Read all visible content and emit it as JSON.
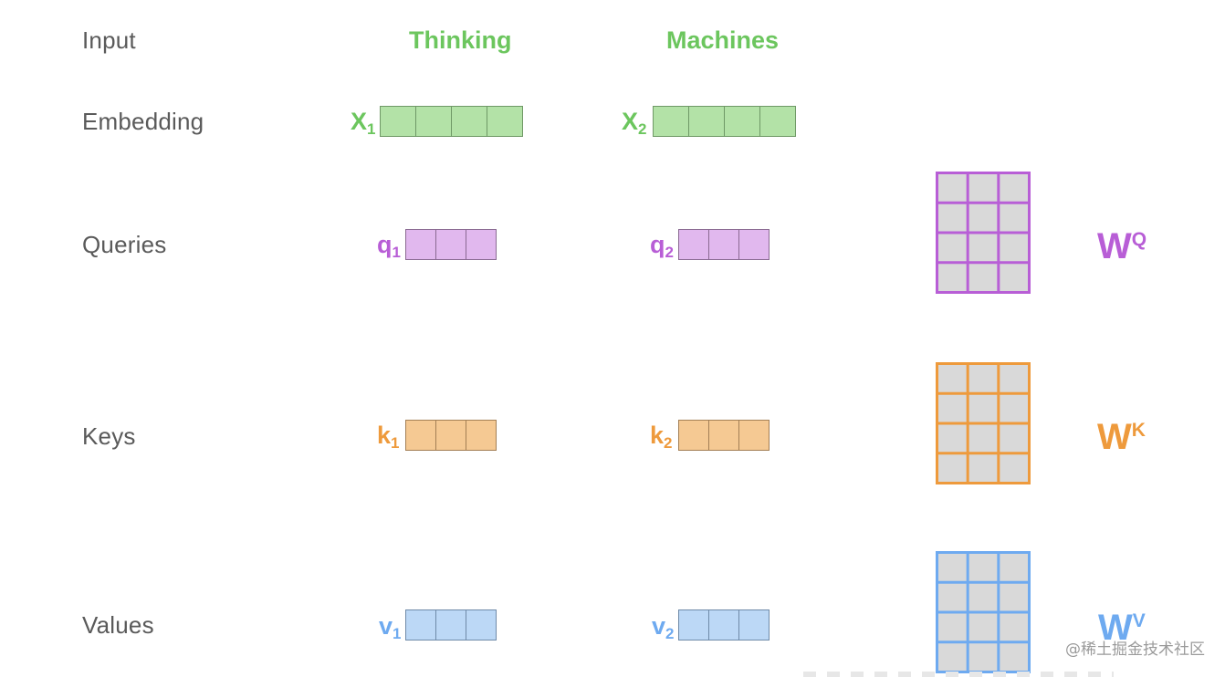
{
  "rows": {
    "input": "Input",
    "embedding": "Embedding",
    "queries": "Queries",
    "keys": "Keys",
    "values": "Values"
  },
  "words": [
    "Thinking",
    "Machines"
  ],
  "symbols": {
    "x1": {
      "base": "X",
      "sub": "1"
    },
    "x2": {
      "base": "X",
      "sub": "2"
    },
    "q1": {
      "base": "q",
      "sub": "1"
    },
    "q2": {
      "base": "q",
      "sub": "2"
    },
    "k1": {
      "base": "k",
      "sub": "1"
    },
    "k2": {
      "base": "k",
      "sub": "2"
    },
    "v1": {
      "base": "v",
      "sub": "1"
    },
    "v2": {
      "base": "v",
      "sub": "2"
    }
  },
  "weights": {
    "wq": {
      "base": "W",
      "sup": "Q"
    },
    "wk": {
      "base": "W",
      "sup": "K"
    },
    "wv": {
      "base": "W",
      "sup": "V"
    }
  },
  "colors": {
    "green_text": "#6cc65e",
    "green_fill": "#b3e2a7",
    "green_border": "#6f9866",
    "purple_text": "#b85ed6",
    "purple_fill": "#e1b8ee",
    "purple_border": "#8a6a92",
    "orange_text": "#ee9a3c",
    "orange_fill": "#f5c993",
    "orange_border": "#a37f55",
    "blue_text": "#6eaaf0",
    "blue_fill": "#bcd8f6",
    "blue_border": "#6f8aa8",
    "matrix_cell": "#d9d9d9"
  },
  "watermark": "@稀土掘金技术社区"
}
